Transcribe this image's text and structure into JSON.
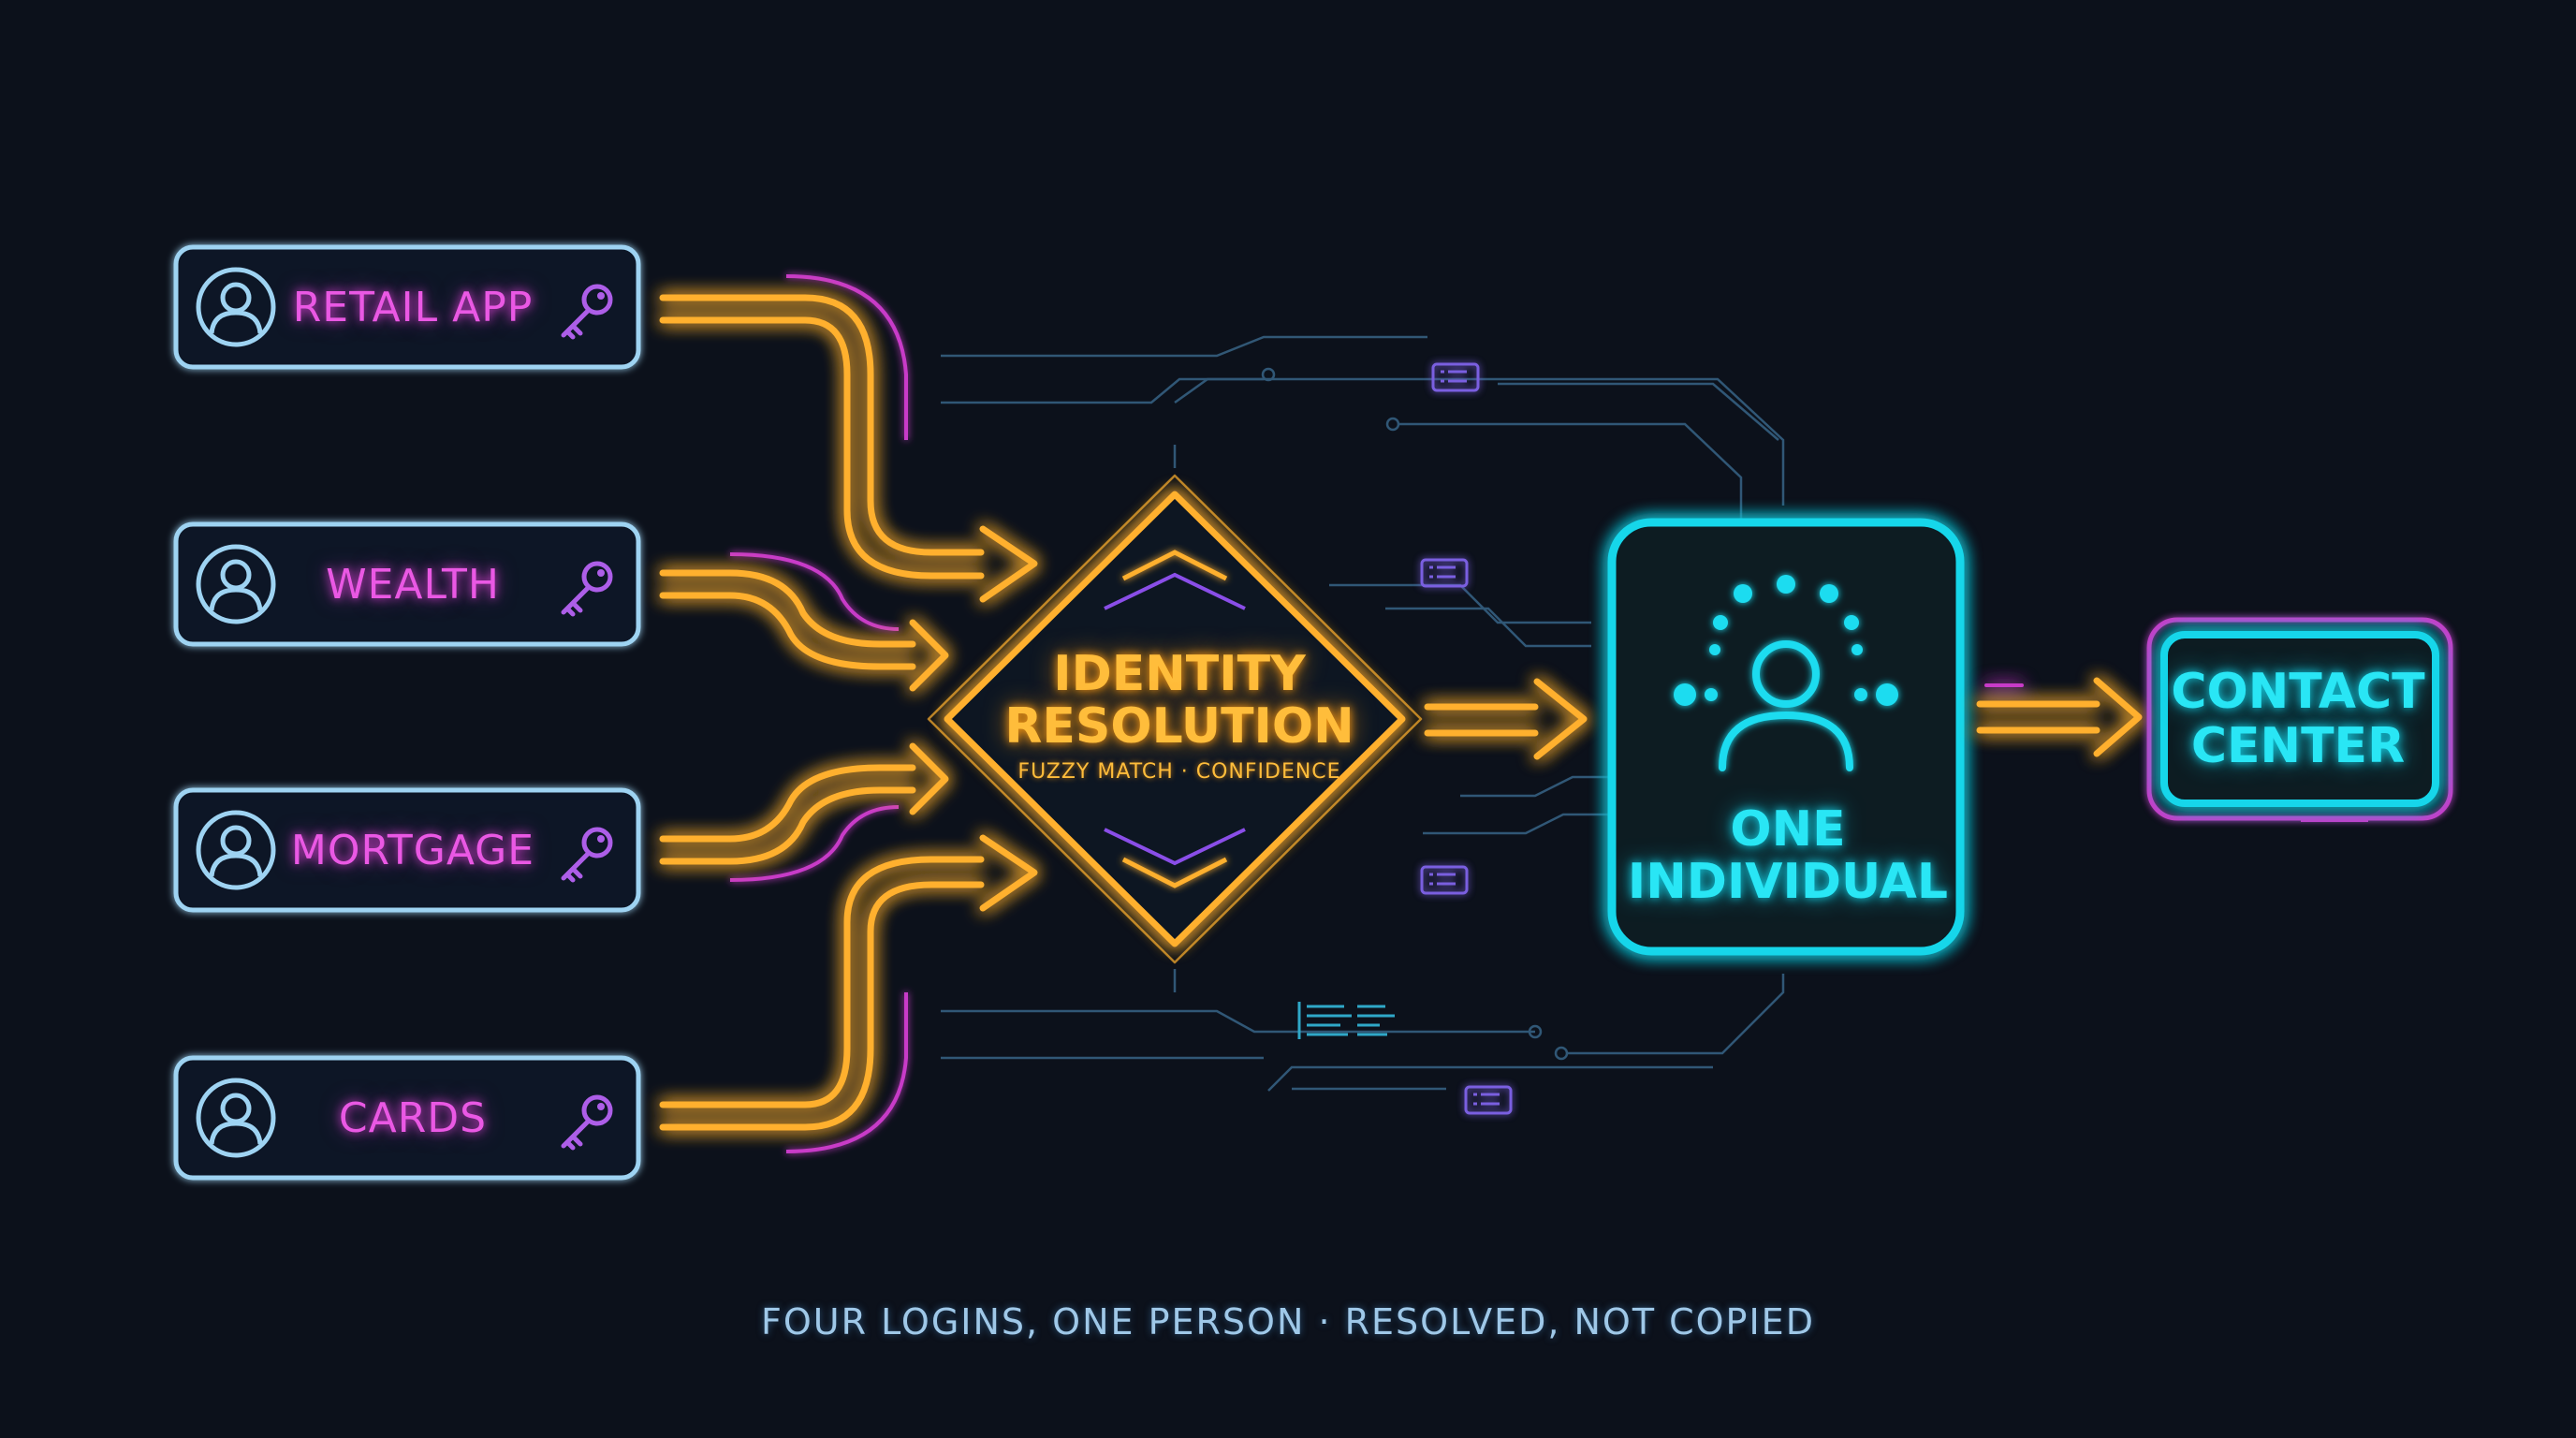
{
  "sources": [
    {
      "label": "RETAIL APP",
      "icon": "user-icon",
      "key_icon": "key-icon"
    },
    {
      "label": "WEALTH",
      "icon": "user-icon",
      "key_icon": "key-icon"
    },
    {
      "label": "MORTGAGE",
      "icon": "user-icon",
      "key_icon": "key-icon"
    },
    {
      "label": "CARDS",
      "icon": "user-icon",
      "key_icon": "key-icon"
    }
  ],
  "resolver": {
    "title_line1": "IDENTITY",
    "title_line2": "RESOLUTION",
    "subtitle": "FUZZY MATCH · CONFIDENCE"
  },
  "individual": {
    "line1": "ONE",
    "line2": "INDIVIDUAL",
    "icon": "person-network-icon"
  },
  "contact_center": {
    "line1": "CONTACT",
    "line2": "CENTER"
  },
  "caption": "FOUR LOGINS, ONE PERSON · RESOLVED, NOT COPIED",
  "colors": {
    "background": "#0c111b",
    "source_box": "#9ed3f2",
    "source_text": "#ea58e4",
    "accent_magenta": "#d63fd0",
    "flow_orange": "#ffb02e",
    "individual_cyan": "#12d6ea",
    "circuit_lines": "#3a6a8a"
  }
}
